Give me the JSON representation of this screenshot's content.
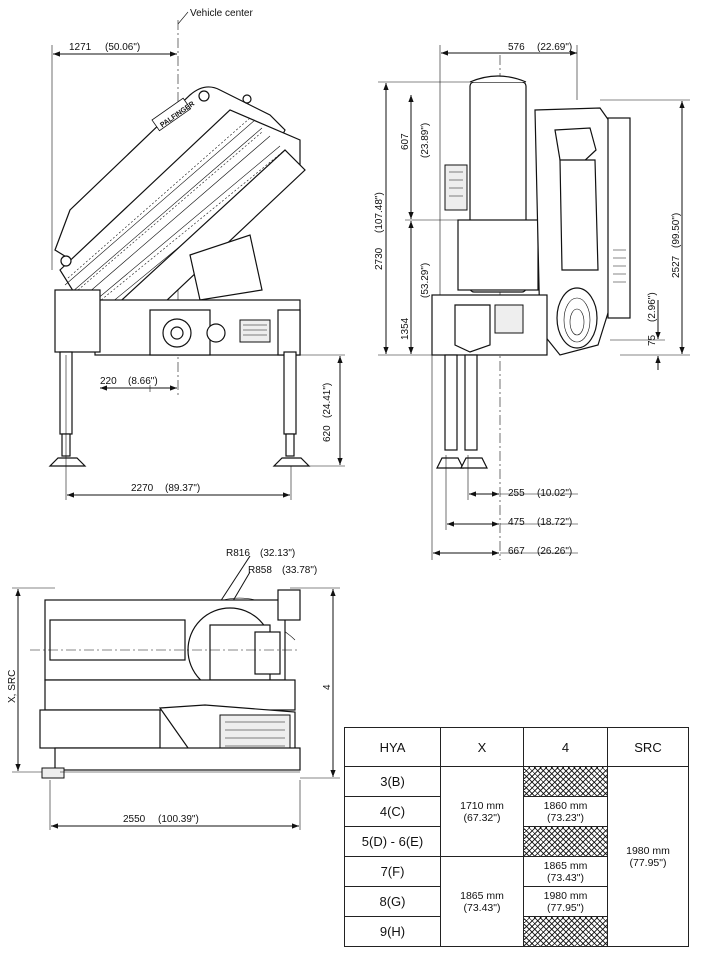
{
  "side_view": {
    "vehicle_center_label": "Vehicle center",
    "dim_top_left": "1271",
    "dim_top_left_in": "(50.06\")",
    "dim_220": "220",
    "dim_220_in": "(8.66\")",
    "dim_620": "620",
    "dim_620_in": "(24.41\")",
    "dim_2270": "2270",
    "dim_2270_in": "(89.37\")",
    "logo_text": "PALFINGER"
  },
  "rear_view": {
    "dim_576": "576",
    "dim_576_in": "(22.69\")",
    "dim_607": "607",
    "dim_607_in": "(23.89\")",
    "dim_2730": "2730",
    "dim_2730_in": "(107.48\")",
    "dim_1354": "1354",
    "dim_1354_in": "(53.29\")",
    "dim_2527": "2527",
    "dim_2527_in": "(99.50\")",
    "dim_75": "75",
    "dim_75_in": "(2.96\")",
    "dim_255": "255",
    "dim_255_in": "(10.02\")",
    "dim_475": "475",
    "dim_475_in": "(18.72\")",
    "dim_667": "667",
    "dim_667_in": "(26.26\")"
  },
  "top_view": {
    "r816": "R816",
    "r816_in": "(32.13\")",
    "r858": "R858",
    "r858_in": "(33.78\")",
    "x_src_label": "X, SRC",
    "four_label": "4",
    "dim_2550": "2550",
    "dim_2550_in": "(100.39\")"
  },
  "table": {
    "headers": [
      "HYA",
      "X",
      "4",
      "SRC"
    ],
    "rows": [
      {
        "hya": "3(B)"
      },
      {
        "hya": "4(C)"
      },
      {
        "hya": "5(D) - 6(E)"
      },
      {
        "hya": "7(F)"
      },
      {
        "hya": "8(G)"
      },
      {
        "hya": "9(H)"
      }
    ],
    "x_group1": [
      "1710 mm",
      "(67.32\")"
    ],
    "x_group2": [
      "1865 mm",
      "(73.43\")"
    ],
    "four_c": [
      "1860 mm",
      "(73.23\")"
    ],
    "four_f": [
      "1865 mm",
      "(73.43\")"
    ],
    "four_g": [
      "1980 mm",
      "(77.95\")"
    ],
    "src_all": [
      "1980 mm",
      "(77.95\")"
    ]
  }
}
